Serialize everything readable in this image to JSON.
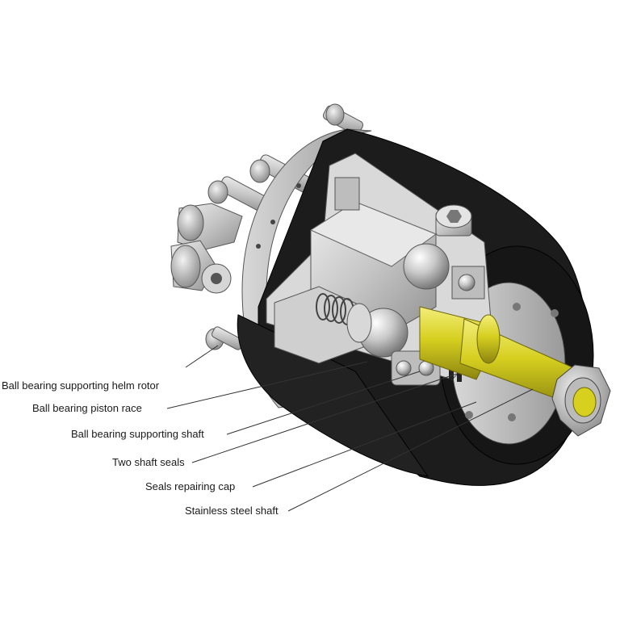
{
  "diagram": {
    "callouts": [
      {
        "label": "Ball bearing supporting helm rotor"
      },
      {
        "label": "Ball bearing piston race"
      },
      {
        "label": "Ball bearing supporting shaft"
      },
      {
        "label": "Two shaft seals"
      },
      {
        "label": "Seals repairing cap"
      },
      {
        "label": "Stainless steel shaft"
      }
    ]
  },
  "colors": {
    "housing": "#1c1c1c",
    "metal": "#c8c8c8",
    "metal_dark": "#8a8a8a",
    "shaft": "#d6cf1f",
    "leader": "#333333"
  }
}
